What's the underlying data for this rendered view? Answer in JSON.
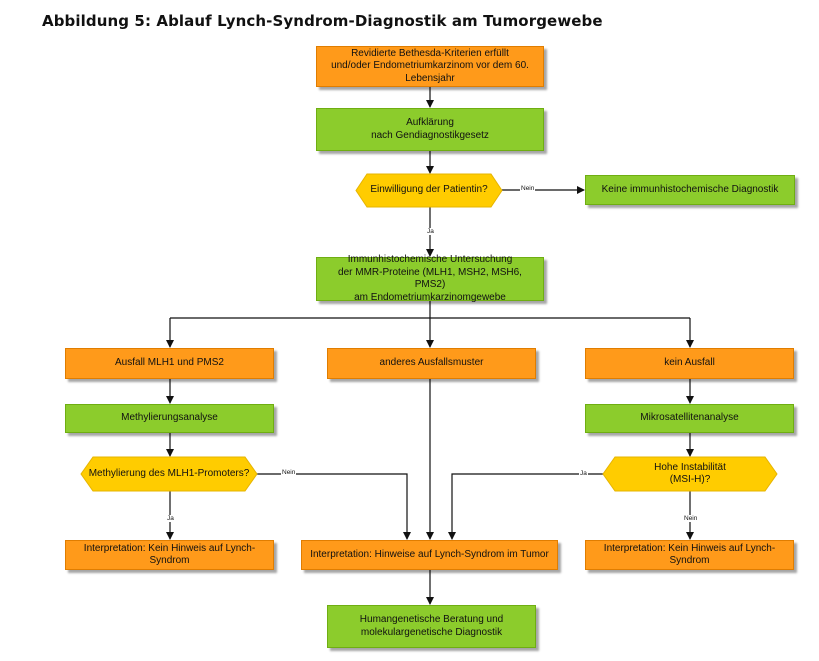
{
  "title": "Abbildung 5: Ablauf Lynch-Syndrom-Diagnostik am Tumorgewebe",
  "colors": {
    "orange": "#ff9a1a",
    "green": "#8ccc2c",
    "yellow": "#ffcc00"
  },
  "nodes": {
    "criteria": "Revidierte Bethesda-Kriterien erfüllt\nund/oder Endometriumkarzinom vor dem 60.\nLebensjahr",
    "consent_info": "Aufklärung\nnach Gendiagnostikgesetz",
    "consent_q": "Einwilligung der Patientin?",
    "no_ihc": "Keine immunhistochemische Diagnostik",
    "ihc": "Immunhistochemische Untersuchung\nder MMR-Proteine (MLH1, MSH2, MSH6, PMS2)\nam Endometriumkarzinomgewebe",
    "loss_mlh1": "Ausfall MLH1 und PMS2",
    "other_pattern": "anderes Ausfallsmuster",
    "no_loss": "kein Ausfall",
    "methylation": "Methylierungsanalyse",
    "microsat": "Mikrosatellitenanalyse",
    "methyl_q": "Methylierung des MLH1-Promoters?",
    "msi_q": "Hohe Instabilität\n(MSI-H)?",
    "interp_left": "Interpretation: Kein Hinweis auf Lynch-Syndrom",
    "interp_mid": "Interpretation: Hinweise auf Lynch-Syndrom im Tumor",
    "interp_right": "Interpretation: Kein Hinweis auf Lynch-Syndrom",
    "counseling": "Humangenetische Beratung und\nmolekulargenetische Diagnostik"
  },
  "edge_labels": {
    "consent_no": "Nein",
    "consent_yes": "Ja",
    "methyl_yes": "Ja",
    "methyl_no": "Nein",
    "msi_yes": "Ja",
    "msi_no": "Nein"
  }
}
